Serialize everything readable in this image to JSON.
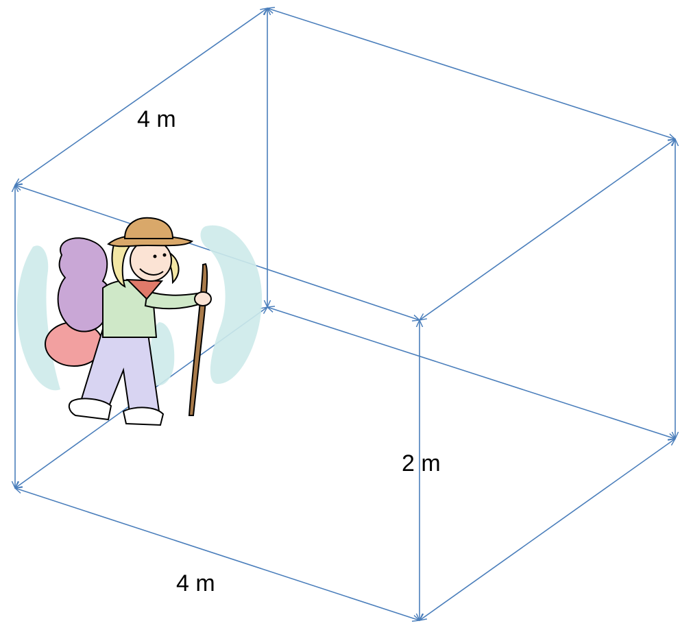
{
  "diagram": {
    "edge_color": "#4a7ebb",
    "labels": {
      "top_depth": "4 m",
      "height": "2 m",
      "bottom_width": "4 m"
    }
  },
  "figure": {
    "icon": "hiker-with-backpack-and-walking-stick",
    "hat_color": "#d9a86a",
    "backpack_color": "#c9a7d6",
    "bedroll_color": "#f2a0a0",
    "shirt_color": "#cfe8c8",
    "pants_color": "#d8d4f2",
    "aura_color": "#cdeaea",
    "stick_color": "#a87a4a"
  }
}
